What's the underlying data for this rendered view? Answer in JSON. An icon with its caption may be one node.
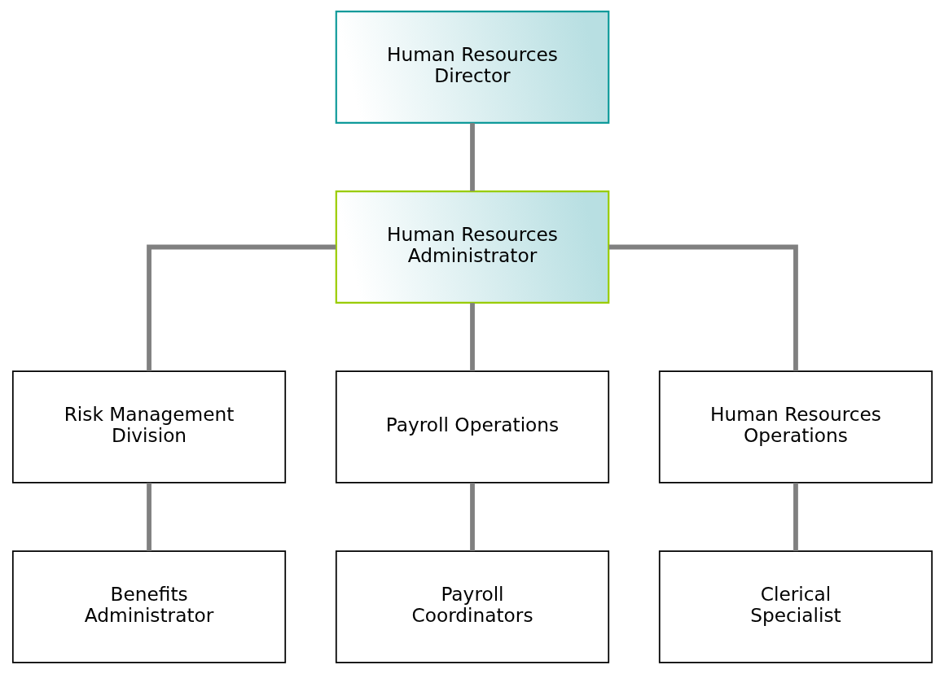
{
  "diagram": {
    "nodes": [
      {
        "text": [
          "Human Resources Director"
        ]
      },
      {
        "text": [
          "Human Resources Administrator"
        ]
      },
      {
        "text": [
          "Risk Management Division"
        ]
      },
      {
        "text": [
          "Payroll Operations"
        ]
      },
      {
        "text": [
          "Human Resources Operations"
        ]
      },
      {
        "text": [
          "Benefits Administrator"
        ]
      },
      {
        "text": [
          "Payroll Coordinators"
        ]
      },
      {
        "text": [
          "Clerical Specialist"
        ]
      }
    ],
    "edges": [
      {
        "from": 0,
        "to": 1,
        "arrow": "none"
      },
      {
        "from": 1,
        "to": 2,
        "arrow": "none"
      },
      {
        "from": 1,
        "to": 3,
        "arrow": "none"
      },
      {
        "from": 1,
        "to": 4,
        "arrow": "none"
      },
      {
        "from": 2,
        "to": 5,
        "arrow": "none"
      },
      {
        "from": 3,
        "to": 6,
        "arrow": "none"
      },
      {
        "from": 4,
        "to": 7,
        "arrow": "none"
      }
    ]
  }
}
